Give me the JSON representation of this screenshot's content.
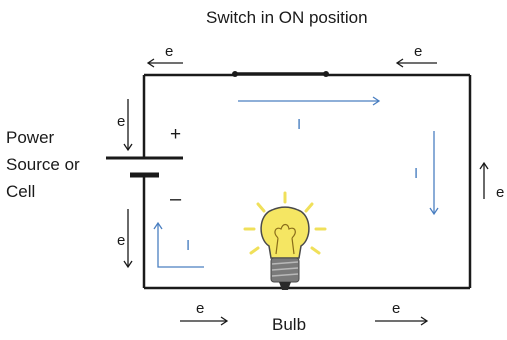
{
  "title": "Switch in ON position",
  "source_label": [
    "Power",
    "Source or",
    "Cell"
  ],
  "plus_sign": "+",
  "minus_sign": "–",
  "bulb_label": "Bulb",
  "electron_symbol": "e",
  "current_symbol": "I",
  "colors": {
    "wire": "#1a1a1a",
    "current_arrow": "#4a7fc1",
    "electron_arrow": "#1a1a1a",
    "bulb_glass": "#f5e663",
    "bulb_rays": "#f0e05a",
    "bulb_base": "#7a7a7a"
  },
  "icons": {
    "bulb": "light-bulb-icon"
  }
}
